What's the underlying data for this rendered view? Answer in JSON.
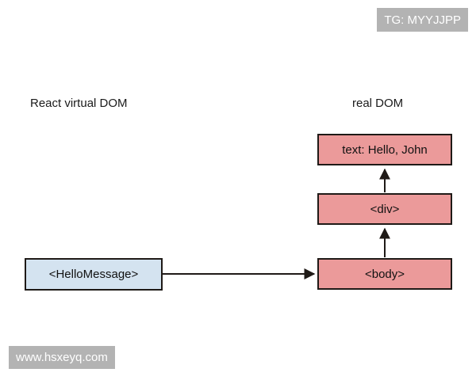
{
  "diagram": {
    "title_left": "React virtual DOM",
    "title_right": "real DOM",
    "nodes": {
      "virtual_component": "<HelloMessage>",
      "real_body": "<body>",
      "real_div": "<div>",
      "real_text": "text: Hello, John"
    },
    "edges": [
      {
        "from": "<HelloMessage>",
        "to": "<body>",
        "direction": "right"
      },
      {
        "from": "<body>",
        "to": "<div>",
        "direction": "up"
      },
      {
        "from": "<div>",
        "to": "text: Hello, John",
        "direction": "up"
      }
    ],
    "colors": {
      "pink_fill": "#eb9a9a",
      "blue_fill": "#d4e3f0",
      "border": "#1f1a17",
      "watermark_bg": "#b3b3b3",
      "watermark_text": "#ffffff",
      "background": "#ffffff"
    }
  },
  "watermarks": {
    "telegram_badge": "TG: MYYJJPP",
    "site_badge": "www.hsxeyq.com"
  }
}
